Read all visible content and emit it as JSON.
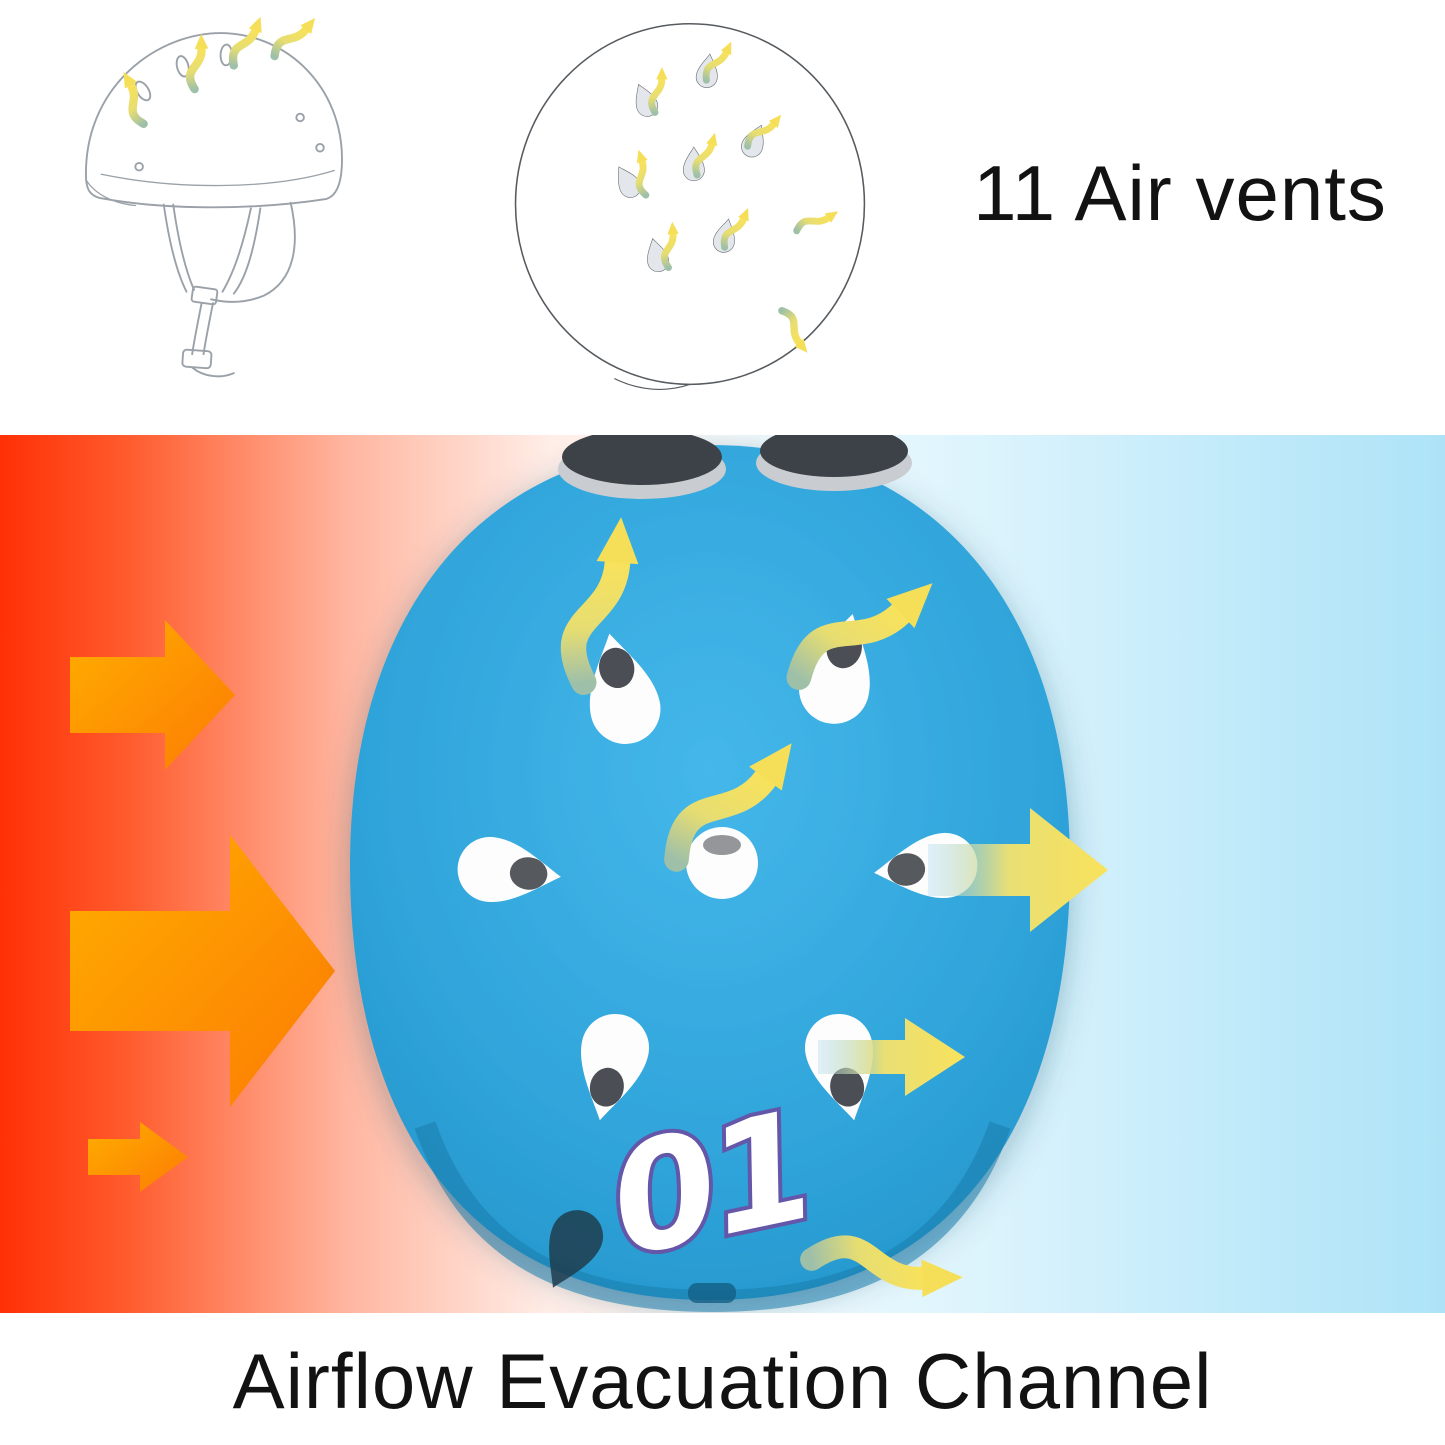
{
  "top": {
    "vents_label": "11 Air vents",
    "sketches": [
      {
        "name": "helmet-side-sketch"
      },
      {
        "name": "helmet-top-sketch"
      }
    ]
  },
  "main": {
    "caption": "Airflow Evacuation Channel",
    "helmet_number": "01",
    "vent_count": 11
  },
  "icons": {
    "curved_airflow_arrow": "curved-yellow-arrow",
    "heat_inflow_arrow": "orange-block-arrow-right",
    "exit_flow_arrow": "yellow-block-arrow-right"
  },
  "colors": {
    "helmet_blue": "#2fa6dc",
    "helmet_shade": "#1f83b4",
    "heat_red": "#ff3005",
    "heat_orange": "#fd9a01",
    "cool_blue": "#aee3f7",
    "arrow_yellow": "#f6df58",
    "logo_outline_purple": "#6456a8",
    "text_black": "#121212"
  }
}
